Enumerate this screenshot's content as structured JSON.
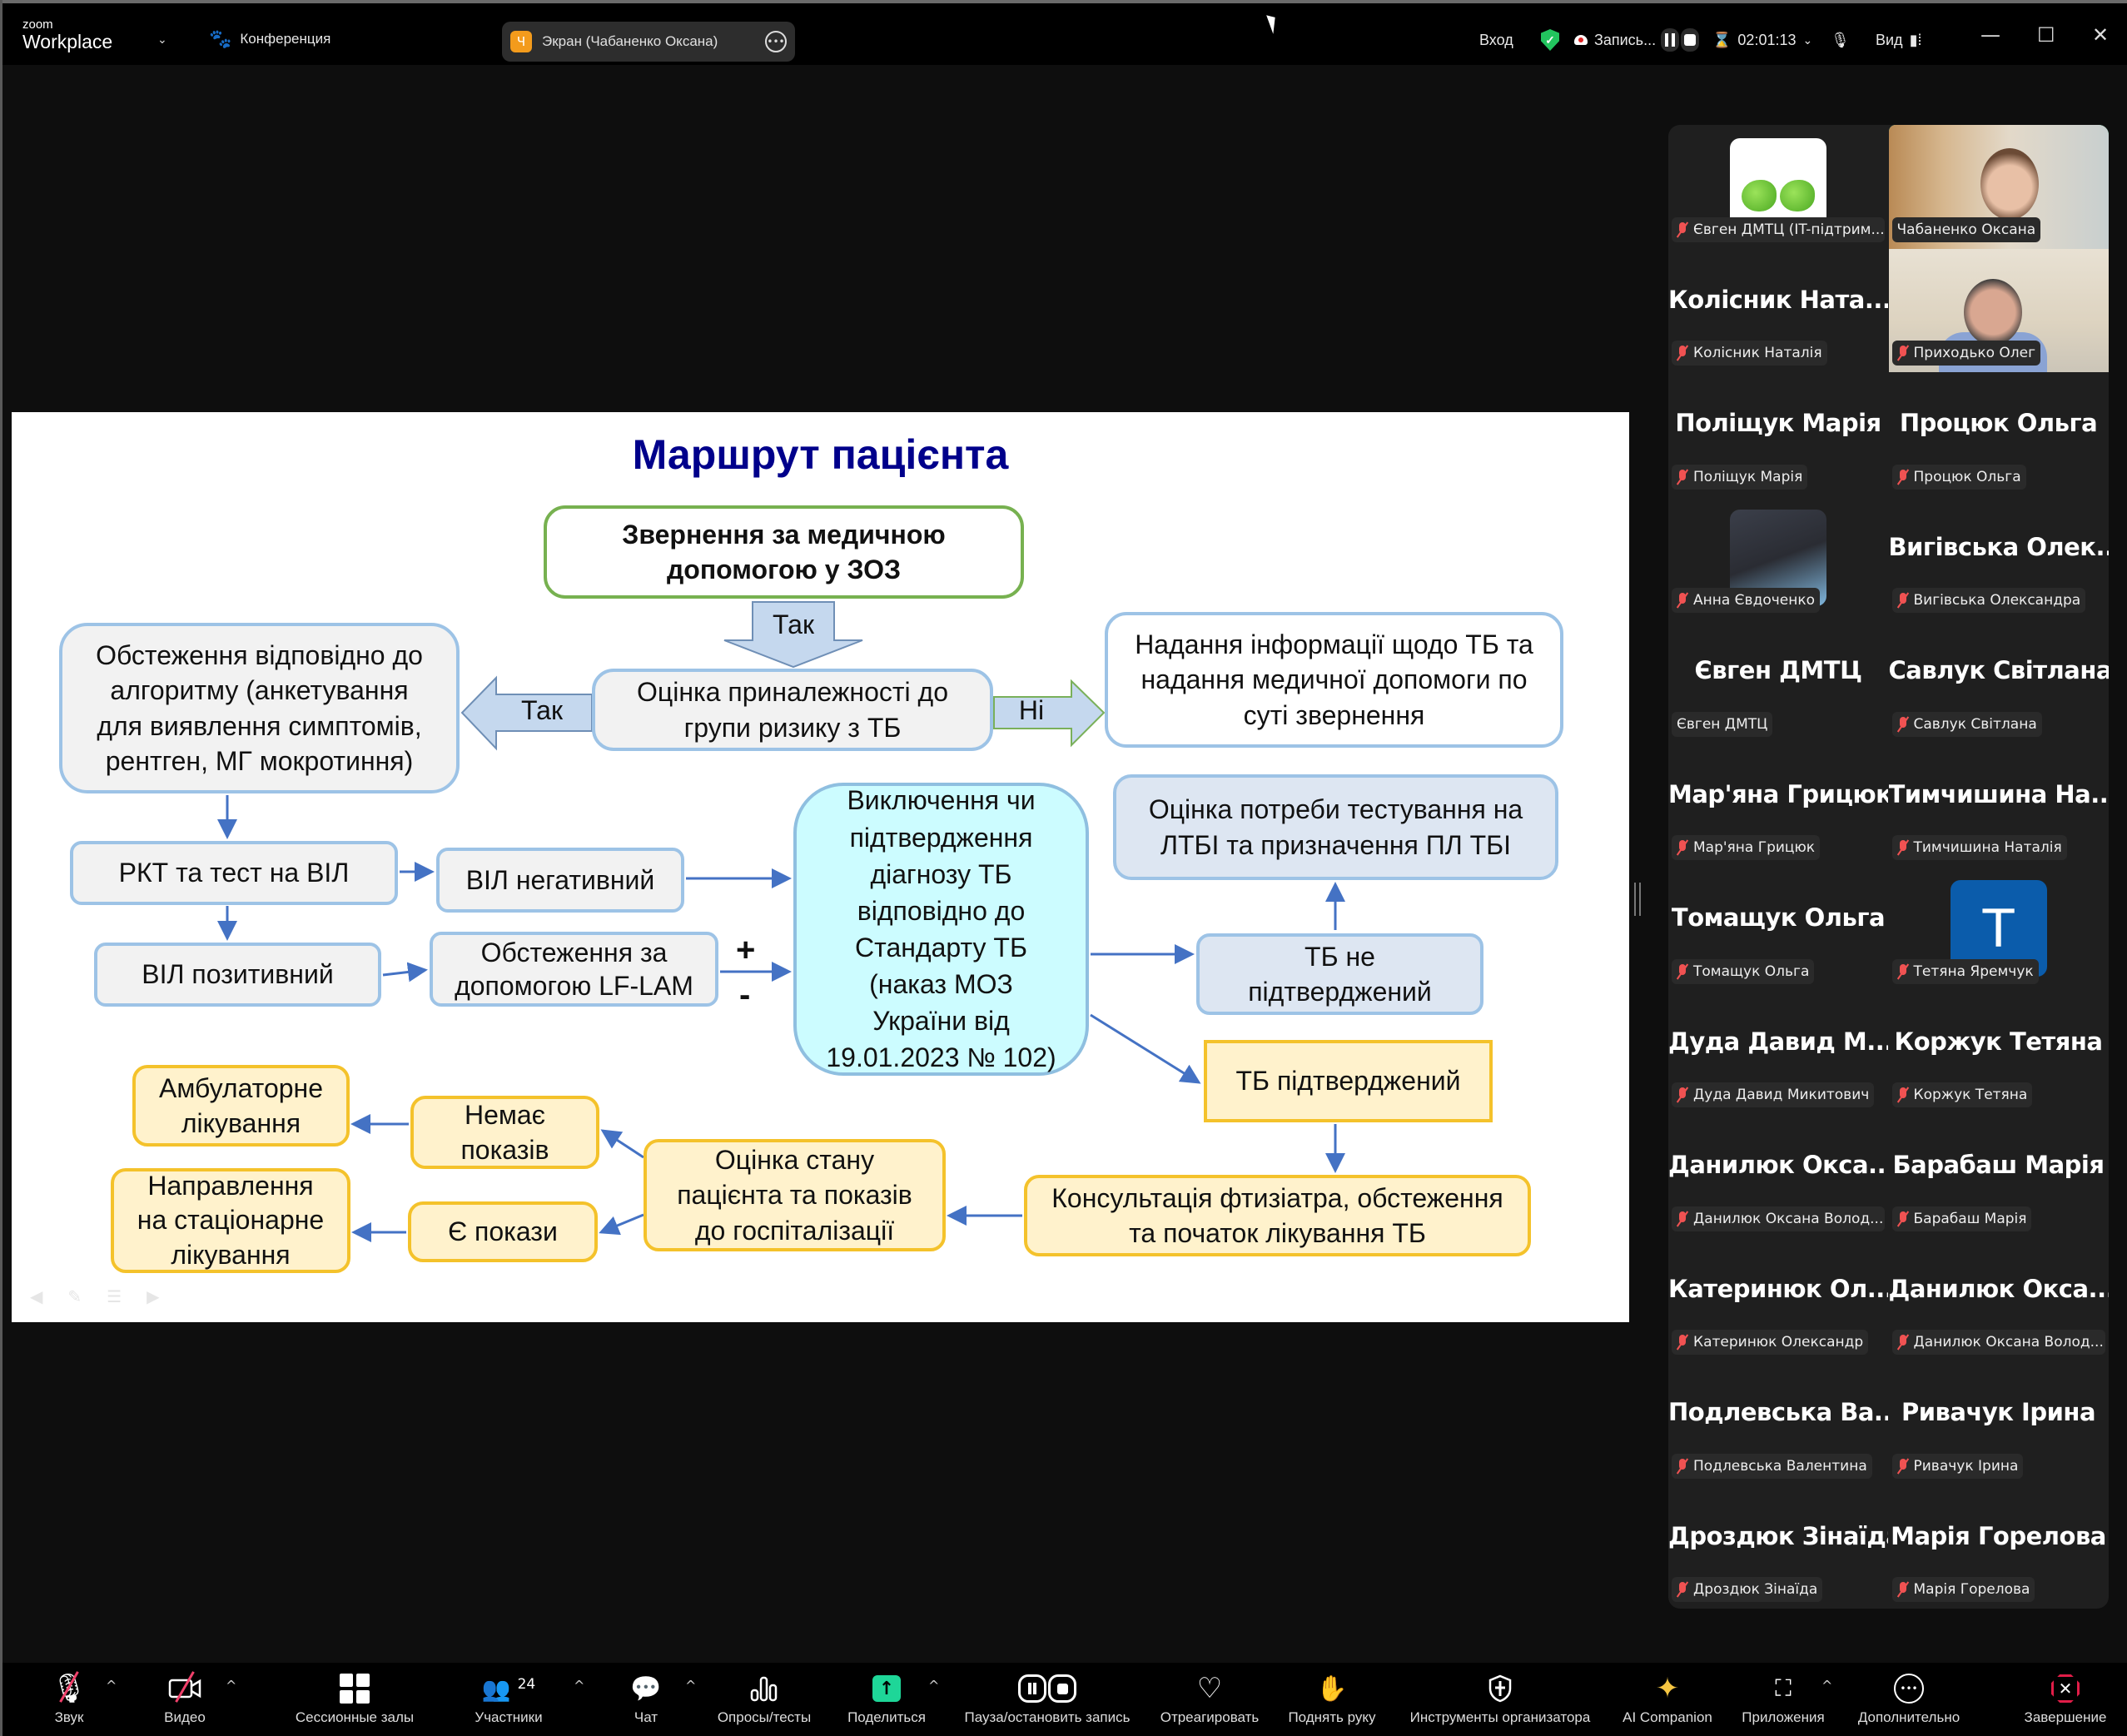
{
  "app": {
    "logo_top": "zoom",
    "logo_bottom": "Workplace",
    "meeting_label": "Конференция",
    "share_badge": "Ч",
    "share_label": "Экран (Чабаненко Оксана)",
    "signin": "Вход",
    "recording_label": "Запись...",
    "timer": "02:01:13",
    "view_label": "Вид"
  },
  "slide": {
    "title": "Маршрут пацієнта",
    "boxes": {
      "appeal": "Звернення за медичною\nдопомогою у ЗОЗ",
      "risk_group": "Оцінка приналежності до\nгрупи ризику з ТБ",
      "examination": "Обстеження відповідно до\nалгоритму (анкетування\nдля виявлення симптомів,\nрентген, МГ мокротиння)",
      "info": "Надання інформації щодо ТБ та\nнадання медичної допомоги по\nсуті звернення",
      "rkt": "РКТ та тест на ВІЛ",
      "hiv_neg": "ВІЛ негативний",
      "hiv_pos": "ВІЛ позитивний",
      "lflam": "Обстеження за\nдопомогою LF-LAM",
      "diagnosis": "Виключення чи\nпідтвердження\nдіагнозу ТБ\nвідповідно до\nСтандарту ТБ\n(наказ МОЗ\nУкраїни від\n19.01.2023 № 102)",
      "ltbi": "Оцінка потреби тестування на\nЛТБІ та призначення ПЛ ТБІ",
      "tb_not": "ТБ не\nпідтверджений",
      "tb_confirmed": "ТБ підтверджений",
      "consult": "Консультація фтизіатра, обстеження\nта початок лікування ТБ",
      "assess": "Оцінка стану\nпацієнта та показів\nдо госпіталізації",
      "no_indications": "Немає\nпоказів",
      "indications": "Є покази",
      "outpatient": "Амбулаторне\nлікування",
      "inpatient": "Направлення\nна стаціонарне\nлікування"
    },
    "arrow_labels": {
      "yes_down": "Так",
      "yes_left": "Так",
      "no_right": "Ні"
    },
    "signs": {
      "plus": "+",
      "minus": "-"
    }
  },
  "participants": [
    {
      "big": "",
      "tag": "Євген ДМТЦ (IT-підтрим...",
      "muted": true,
      "type": "leaf-avatar"
    },
    {
      "big": "",
      "tag": "Чабаненко Оксана",
      "muted": false,
      "type": "video-speaking"
    },
    {
      "big": "Колісник  Ната...",
      "tag": "Колісник Наталія",
      "muted": true,
      "type": "name"
    },
    {
      "big": "",
      "tag": "Приходько Олег",
      "muted": true,
      "type": "video"
    },
    {
      "big": "Поліщук Марія",
      "tag": "Поліщук Марія",
      "muted": true,
      "type": "name"
    },
    {
      "big": "Процюк Ольга",
      "tag": "Процюк Ольга",
      "muted": true,
      "type": "name"
    },
    {
      "big": "",
      "tag": "Анна Євдоченко",
      "muted": true,
      "type": "photo-avatar"
    },
    {
      "big": "Вигівська  Олек...",
      "tag": "Вигівська Олександра",
      "muted": true,
      "type": "name"
    },
    {
      "big": "Євген ДМТЦ",
      "tag": "Євген ДМТЦ",
      "muted": false,
      "type": "name"
    },
    {
      "big": "Савлук Світлана",
      "tag": "Савлук Світлана",
      "muted": true,
      "type": "name"
    },
    {
      "big": "Мар'яна Грицюк",
      "tag": "Мар'яна Грицюк",
      "muted": true,
      "type": "name"
    },
    {
      "big": "Тимчишина  На...",
      "tag": "Тимчишина Наталія",
      "muted": true,
      "type": "name"
    },
    {
      "big": "Томащук Ольга",
      "tag": "Томащук Ольга",
      "muted": true,
      "type": "name"
    },
    {
      "big": "T",
      "tag": "Тетяна Яремчук",
      "muted": true,
      "type": "letter-avatar"
    },
    {
      "big": "Дуда  Давид  М...",
      "tag": "Дуда Давид Микитович",
      "muted": true,
      "type": "name"
    },
    {
      "big": "Коржук Тетяна",
      "tag": "Коржук Тетяна",
      "muted": true,
      "type": "name"
    },
    {
      "big": "Данилюк  Окса...",
      "tag": "Данилюк Оксана Волод...",
      "muted": true,
      "type": "name"
    },
    {
      "big": "Барабаш Марія",
      "tag": "Барабаш Марія",
      "muted": true,
      "type": "name"
    },
    {
      "big": "Катеринюк  Ол...",
      "tag": "Катеринюк Олександр",
      "muted": true,
      "type": "name"
    },
    {
      "big": "Данилюк  Окса...",
      "tag": "Данилюк Оксана Волод...",
      "muted": true,
      "type": "name"
    },
    {
      "big": "Подлевська  Ва...",
      "tag": "Подлевська Валентина",
      "muted": true,
      "type": "name"
    },
    {
      "big": "Ривачук Ірина",
      "tag": "Ривачук Ірина",
      "muted": true,
      "type": "name"
    },
    {
      "big": "Дроздюк Зінаїда",
      "tag": "Дроздюк Зінаїда",
      "muted": true,
      "type": "name"
    },
    {
      "big": "Марія Горелова",
      "tag": "Марія Горелова",
      "muted": true,
      "type": "name"
    }
  ],
  "toolbar": {
    "audio": "Звук",
    "video": "Видео",
    "breakout": "Сессионные залы",
    "participants": "Участники",
    "participants_count": "24",
    "chat": "Чат",
    "polls": "Опросы/тесты",
    "share": "Поделиться",
    "record": "Пауза/остановить запись",
    "react": "Отреагировать",
    "raise_hand": "Поднять руку",
    "host_tools": "Инструменты организатора",
    "ai": "AI Companion",
    "apps": "Приложения",
    "more": "Дополнительно",
    "end": "Завершение"
  },
  "colors": {
    "speaking": "#23d18b",
    "share_green": "#1ed698",
    "end_red": "#e11d48",
    "title_blue": "#00008b",
    "muted_red": "#f05252"
  }
}
